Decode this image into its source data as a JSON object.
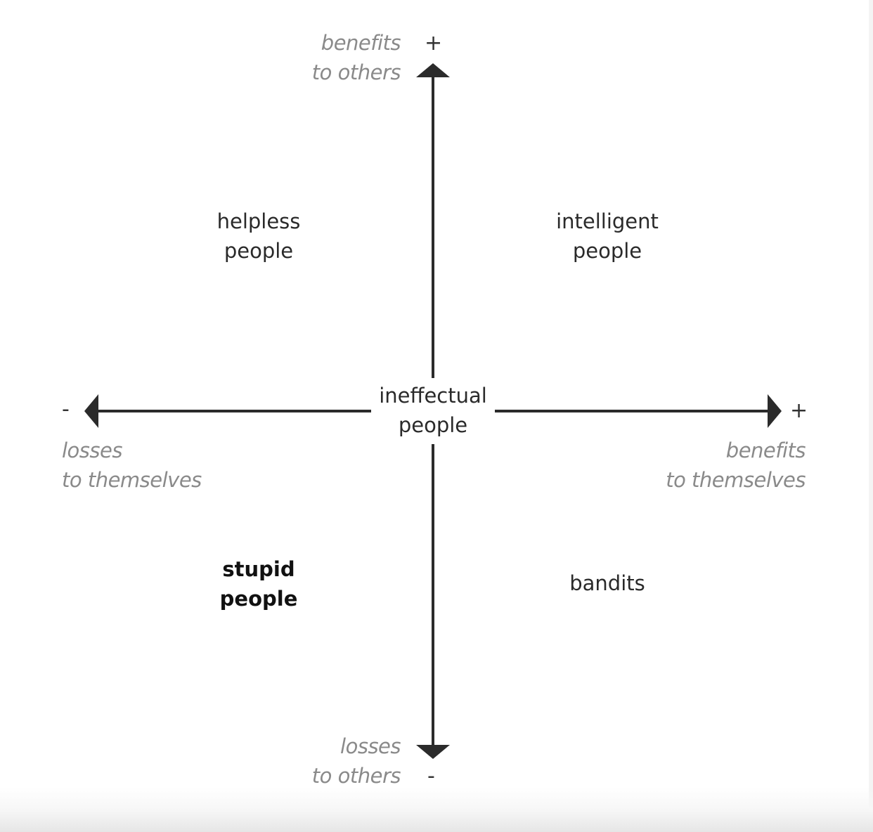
{
  "diagram": {
    "title": "",
    "axes": {
      "vertical": {
        "top_label": [
          "benefits",
          "to others"
        ],
        "top_sign": "+",
        "bottom_label": [
          "losses",
          "to others"
        ],
        "bottom_sign": "-"
      },
      "horizontal": {
        "left_label": [
          "losses",
          "to themselves"
        ],
        "left_sign": "-",
        "right_label": [
          "benefits",
          "to themselves"
        ],
        "right_sign": "+"
      }
    },
    "center": {
      "label": [
        "ineffectual",
        "people"
      ]
    },
    "quadrants": {
      "top_left": {
        "label": [
          "helpless",
          "people"
        ]
      },
      "top_right": {
        "label": [
          "intelligent",
          "people"
        ]
      },
      "bottom_left": {
        "label": [
          "stupid",
          "people"
        ],
        "emphasis": "bold"
      },
      "bottom_right": {
        "label": [
          "bandits"
        ]
      }
    },
    "colors": {
      "axis": "#2b2b2b",
      "axis_label": "#8a8a8a",
      "quadrant_label": "#2a2a2a",
      "background": "#ffffff"
    }
  }
}
